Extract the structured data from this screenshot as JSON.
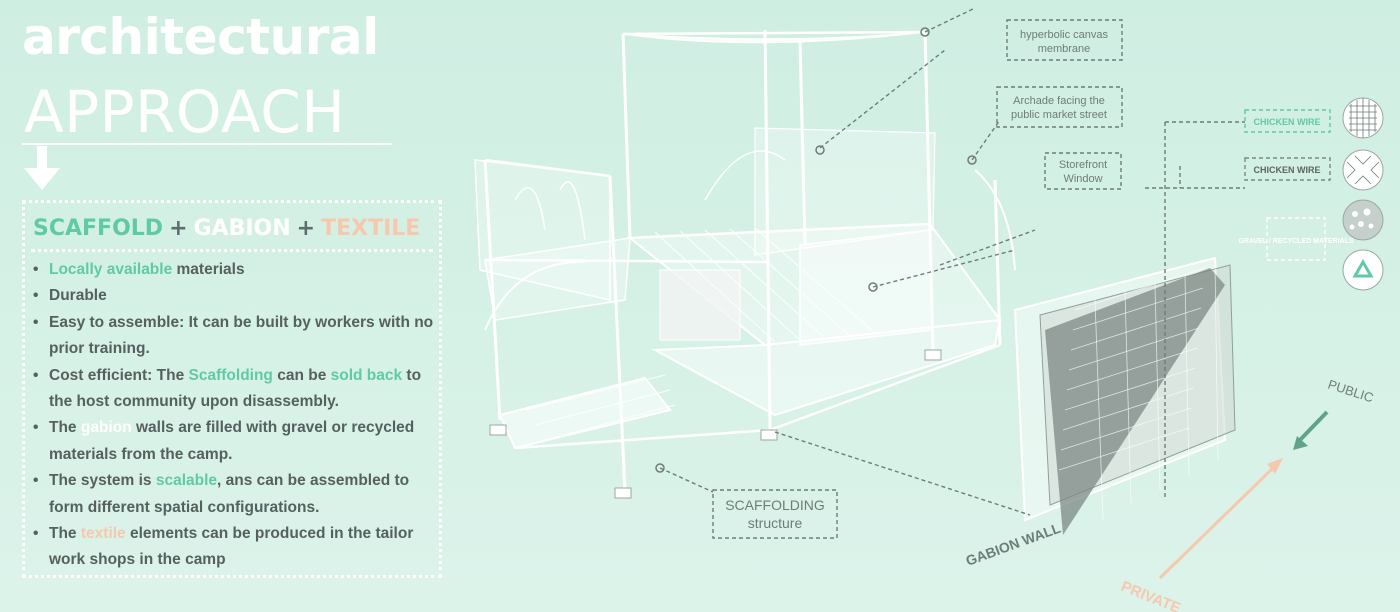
{
  "title": {
    "line1": "architectural",
    "line2": "APPROACH"
  },
  "box": {
    "heading": {
      "scaffold": "SCAFFOLD",
      "plus1": "+",
      "gabion": "GABION",
      "plus2": "+",
      "textile": "TEXTILE"
    },
    "items": [
      {
        "parts": [
          {
            "text": "Locally available",
            "hl": "green"
          },
          {
            "text": " materials"
          }
        ]
      },
      {
        "parts": [
          {
            "text": "Durable"
          }
        ]
      },
      {
        "parts": [
          {
            "text": "Easy to assemble: It can be built by workers with no prior training."
          }
        ]
      },
      {
        "parts": [
          {
            "text": "Cost efficient: The "
          },
          {
            "text": "Scaffolding",
            "hl": "green"
          },
          {
            "text": " can be "
          },
          {
            "text": "sold back",
            "hl": "green"
          },
          {
            "text": " to the host community upon disassembly."
          }
        ]
      },
      {
        "parts": [
          {
            "text": "The "
          },
          {
            "text": "gabion",
            "hl": "white"
          },
          {
            "text": " walls are filled with gravel or recycled materials from the camp."
          }
        ]
      },
      {
        "parts": [
          {
            "text": "The system is "
          },
          {
            "text": "scalable",
            "hl": "green"
          },
          {
            "text": ", ans can be  assembled to form different spatial configurations."
          }
        ]
      },
      {
        "parts": [
          {
            "text": "The "
          },
          {
            "text": "textile",
            "hl": "peach"
          },
          {
            "text": " elements can be produced in the tailor work shops in the camp"
          }
        ]
      }
    ]
  },
  "diagram": {
    "labels": {
      "hyperbolic": [
        "hyperbolic canvas",
        "membrane"
      ],
      "arcade": [
        "Archade facing the",
        "public market street"
      ],
      "storefront": [
        "Storefront",
        "Window"
      ],
      "scaffolding": [
        "SCAFFOLDING",
        "structure"
      ],
      "gabion_wall": "GABION WALL",
      "public": "PUBLIC",
      "private": "PRIVATE"
    },
    "materials": [
      {
        "label": "CHICKEN WIRE",
        "icon": "square-mesh-icon"
      },
      {
        "label": "CHICKEN WIRE",
        "icon": "hex-mesh-icon"
      },
      {
        "label": "GRAVEL / RECYCLED MATERIALS",
        "icon": "gravel-icon"
      },
      {
        "label": "",
        "icon": "recycle-icon"
      }
    ]
  }
}
